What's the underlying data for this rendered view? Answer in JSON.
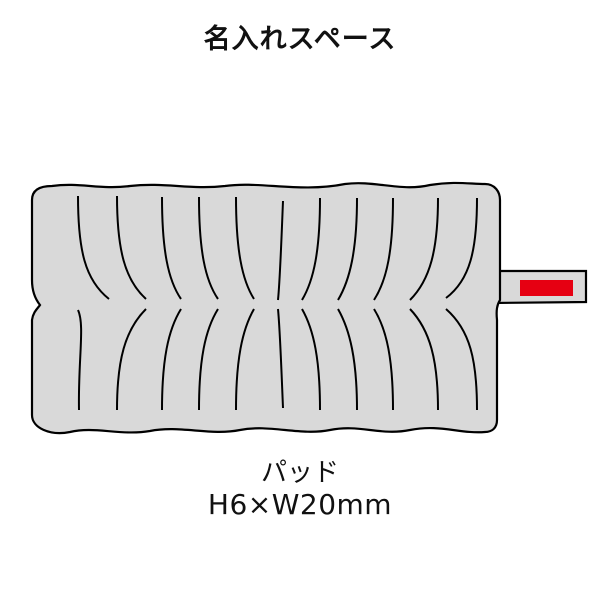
{
  "title": "名入れスペース",
  "product": {
    "illustration": "pleated-cylinder-pad",
    "fill_color": "#d9d9d9",
    "stroke_color": "#000000"
  },
  "tag": {
    "fill_color": "#d9d9d9",
    "print_area_color": "#e60012"
  },
  "caption": {
    "label": "パッド",
    "dimensions": "H6×W20mm"
  }
}
